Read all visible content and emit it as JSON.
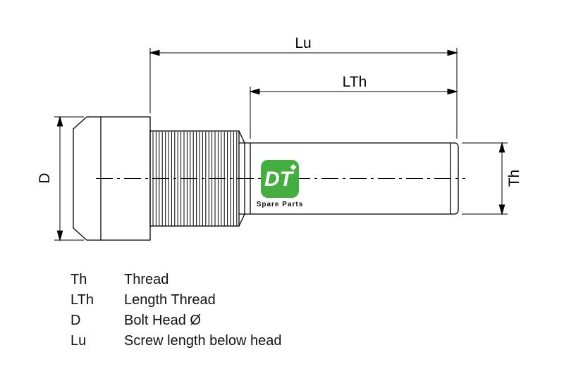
{
  "diagram": {
    "type": "technical-drawing",
    "subject": "wheel stud bolt side view",
    "dimension_labels": {
      "lu": "Lu",
      "lth": "LTh",
      "d": "D",
      "th": "Th"
    },
    "legend": [
      {
        "symbol": "Th",
        "description": "Thread"
      },
      {
        "symbol": "LTh",
        "description": "Length Thread"
      },
      {
        "symbol": "D",
        "description": "Bolt Head Ø"
      },
      {
        "symbol": "Lu",
        "description": "Screw length below head"
      }
    ],
    "logo": {
      "text": "DT",
      "subtext": "Spare Parts"
    },
    "colors": {
      "line": "#000000",
      "logo_green": "#3aaa35",
      "background": "#ffffff"
    }
  }
}
